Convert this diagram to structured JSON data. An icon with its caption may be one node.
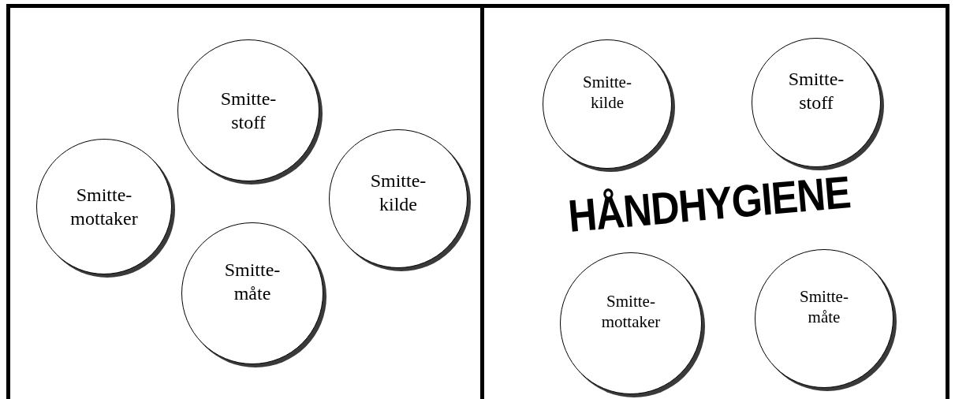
{
  "diagram": {
    "nodes": [
      {
        "text": [
          "Smitte- mottaker"
        ]
      },
      {
        "text": [
          "Smitte- stoff"
        ]
      },
      {
        "text": [
          "Smitte- måte"
        ]
      },
      {
        "text": [
          "Smitte- kilde"
        ]
      },
      {
        "text": [
          "Smitte- kilde"
        ]
      },
      {
        "text": [
          "Smitte- stoff"
        ]
      },
      {
        "text": [
          "Smitte- mottaker"
        ]
      },
      {
        "text": [
          "Smitte- måte"
        ]
      }
    ],
    "labels": [
      "HÅNDHYGIENE"
    ]
  }
}
